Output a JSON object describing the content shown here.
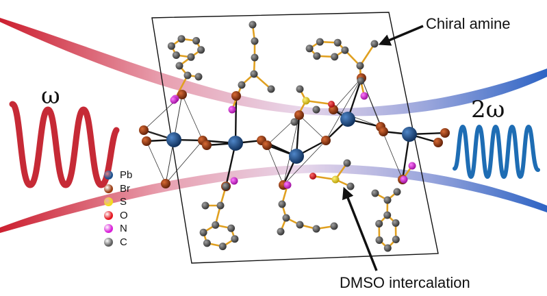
{
  "labels": {
    "omega": "ω",
    "two_omega": "2ω",
    "chiral_amine": "Chiral amine",
    "dmso": "DMSO intercalation"
  },
  "legend": [
    {
      "symbol": "Pb",
      "color": "#1c4e8c"
    },
    {
      "symbol": "Br",
      "color": "#9a3a10"
    },
    {
      "symbol": "S",
      "color": "#f2dc1c"
    },
    {
      "symbol": "O",
      "color": "#e4141e"
    },
    {
      "symbol": "N",
      "color": "#d81fd8"
    },
    {
      "symbol": "C",
      "color": "#606060"
    }
  ],
  "colors": {
    "fundamental_beam": "#c8283a",
    "harmonic_beam": "#3a6fc0",
    "bond": "#e0a020",
    "cell": "#111111"
  }
}
